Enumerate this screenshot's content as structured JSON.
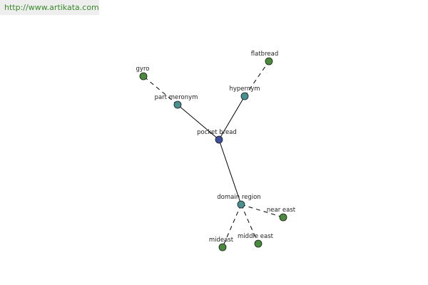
{
  "header": {
    "url_text": "http://www.artikata.com"
  },
  "colors": {
    "center_node": "#3c4f9c",
    "relation_node": "#4a9090",
    "leaf_node": "#4a8a3c",
    "url_text": "#3a8a2a",
    "url_background": "#eeeeee"
  },
  "graph": {
    "nodes": [
      {
        "id": "pocket-bread",
        "label": "pocket bread",
        "kind": "center"
      },
      {
        "id": "part-meronym",
        "label": "part meronym",
        "kind": "relation"
      },
      {
        "id": "hypernym",
        "label": "hypernym",
        "kind": "relation"
      },
      {
        "id": "domain-region",
        "label": "domain region",
        "kind": "relation"
      },
      {
        "id": "gyro",
        "label": "gyro",
        "kind": "leaf"
      },
      {
        "id": "flatbread",
        "label": "flatbread",
        "kind": "leaf"
      },
      {
        "id": "near-east",
        "label": "near east",
        "kind": "leaf"
      },
      {
        "id": "middle-east",
        "label": "middle east",
        "kind": "leaf"
      },
      {
        "id": "mideast",
        "label": "mideast",
        "kind": "leaf"
      }
    ],
    "edges": [
      {
        "from": "pocket-bread",
        "to": "part-meronym",
        "style": "solid"
      },
      {
        "from": "pocket-bread",
        "to": "hypernym",
        "style": "solid"
      },
      {
        "from": "pocket-bread",
        "to": "domain-region",
        "style": "solid"
      },
      {
        "from": "part-meronym",
        "to": "gyro",
        "style": "dashed"
      },
      {
        "from": "hypernym",
        "to": "flatbread",
        "style": "dashed"
      },
      {
        "from": "domain-region",
        "to": "near-east",
        "style": "dashed"
      },
      {
        "from": "domain-region",
        "to": "middle-east",
        "style": "dashed"
      },
      {
        "from": "domain-region",
        "to": "mideast",
        "style": "dashed"
      }
    ]
  }
}
